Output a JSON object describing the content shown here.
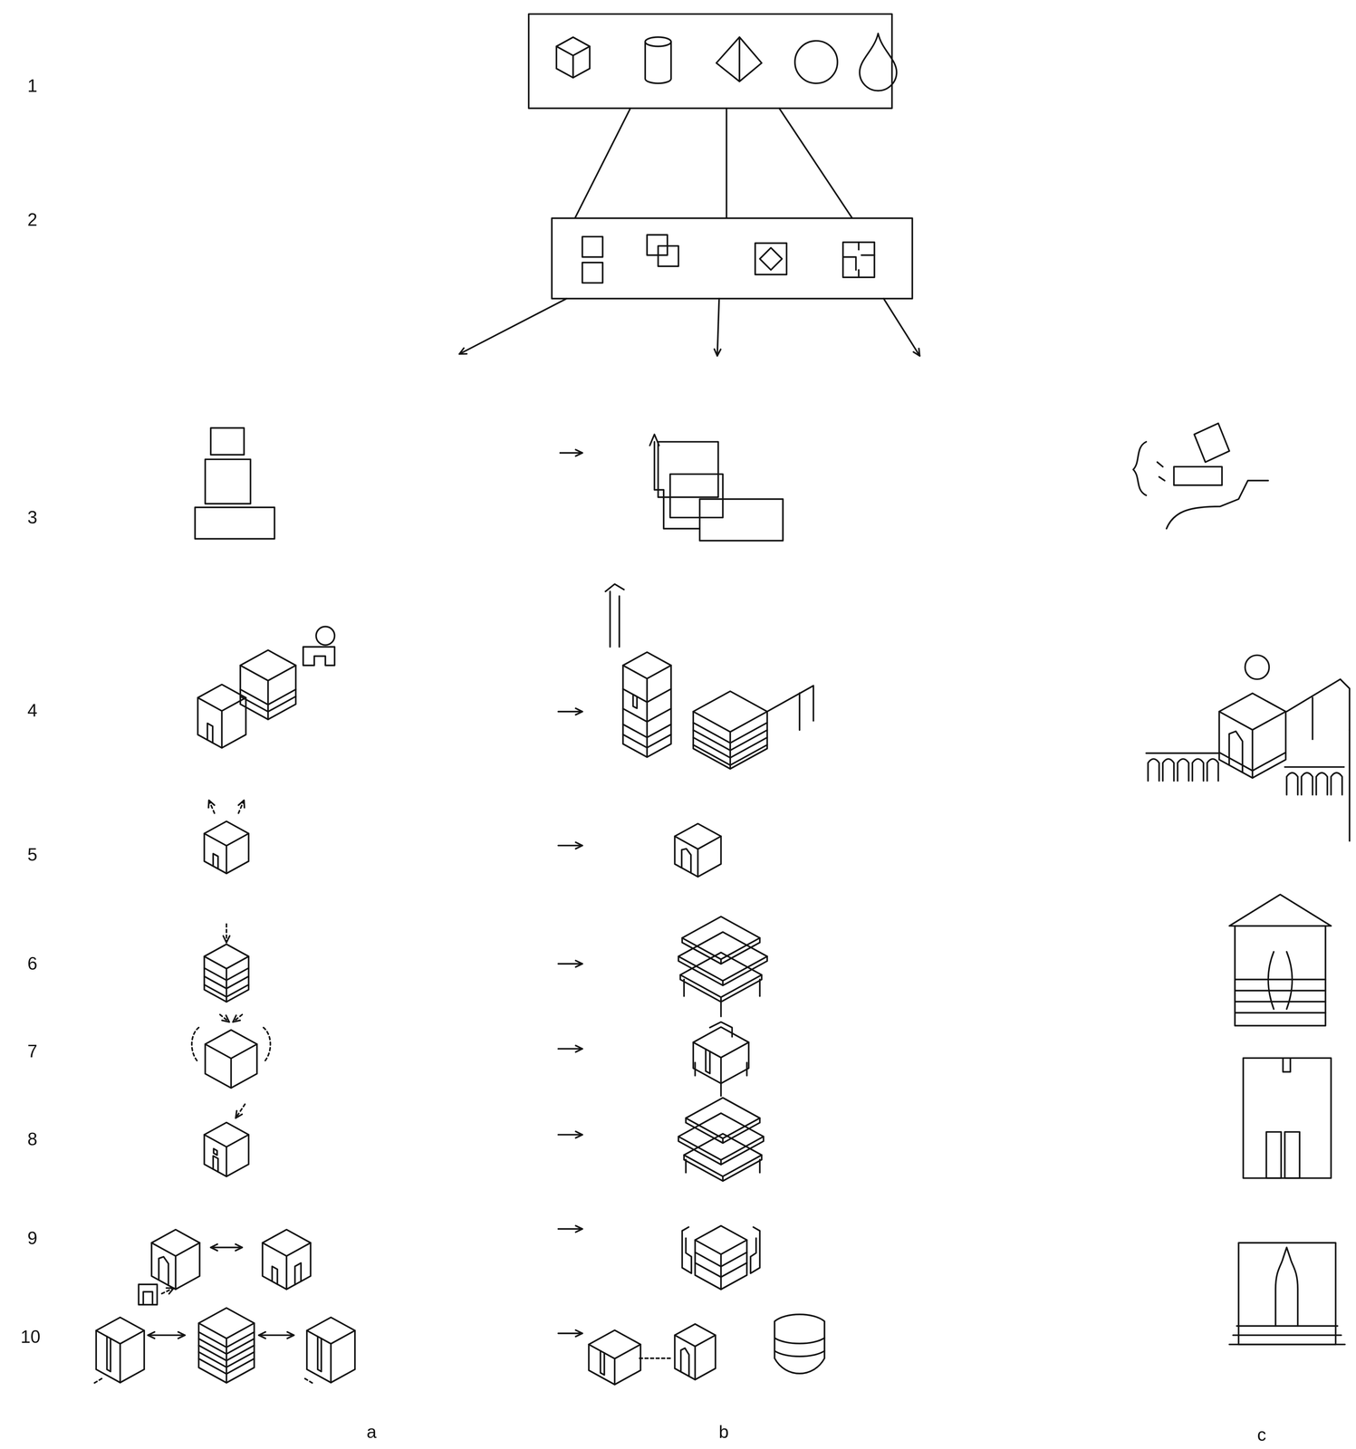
{
  "diagram": {
    "labels": [
      "1",
      "2",
      "3",
      "4",
      "5",
      "6",
      "7",
      "8",
      "9",
      "10",
      "a",
      "b",
      "c"
    ]
  }
}
